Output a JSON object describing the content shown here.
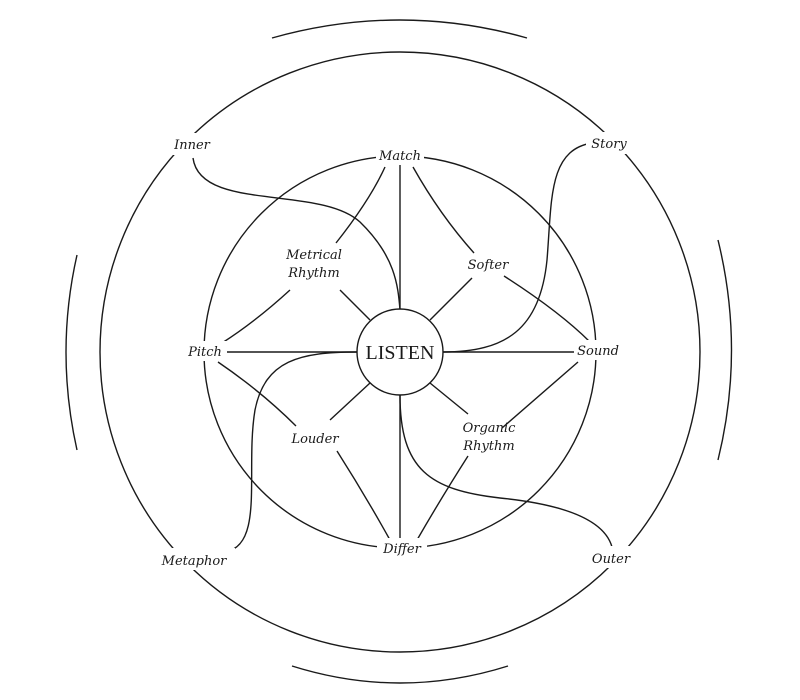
{
  "center": "LISTEN",
  "inner_ring": {
    "top": "Match",
    "bottom": "Differ",
    "left": "Pitch",
    "right": "Sound",
    "upper_left": [
      "Metrical",
      "Rhythm"
    ],
    "upper_right": "Softer",
    "lower_left": "Louder",
    "lower_right": [
      "Organic",
      "Rhythm"
    ]
  },
  "outer_ring": {
    "top_left": "Inner",
    "top_right": "Story",
    "bottom_left": "Metaphor",
    "bottom_right": "Outer"
  }
}
